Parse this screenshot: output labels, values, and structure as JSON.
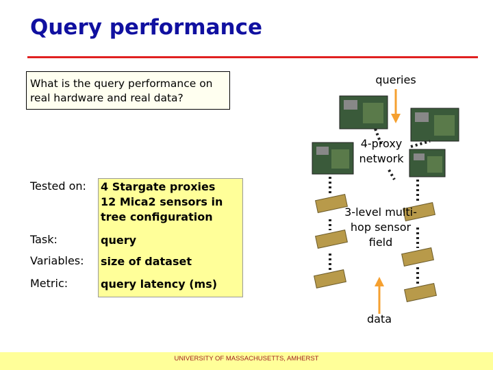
{
  "title": "Query performance",
  "question": "What is the query performance on real hardware and real data?",
  "labels": {
    "queries": "queries",
    "proxy_network": "4-proxy network",
    "sensor_field": "3-level multi-hop sensor field",
    "data": "data"
  },
  "setup": {
    "tested_on_label": "Tested on:",
    "tested_on_lines": [
      "4 Stargate proxies",
      "12 Mica2 sensors in",
      "tree configuration"
    ],
    "task_label": "Task:",
    "task_value": "query",
    "variables_label": "Variables:",
    "variables_value": "size of dataset",
    "metric_label": "Metric:",
    "metric_value": "query latency (ms)"
  },
  "footer": "UNIVERSITY OF MASSACHUSETTS, AMHERST",
  "colors": {
    "title": "#1010a0",
    "rule": "#e02020",
    "highlight": "#ffff99",
    "arrow": "#f5a030"
  }
}
